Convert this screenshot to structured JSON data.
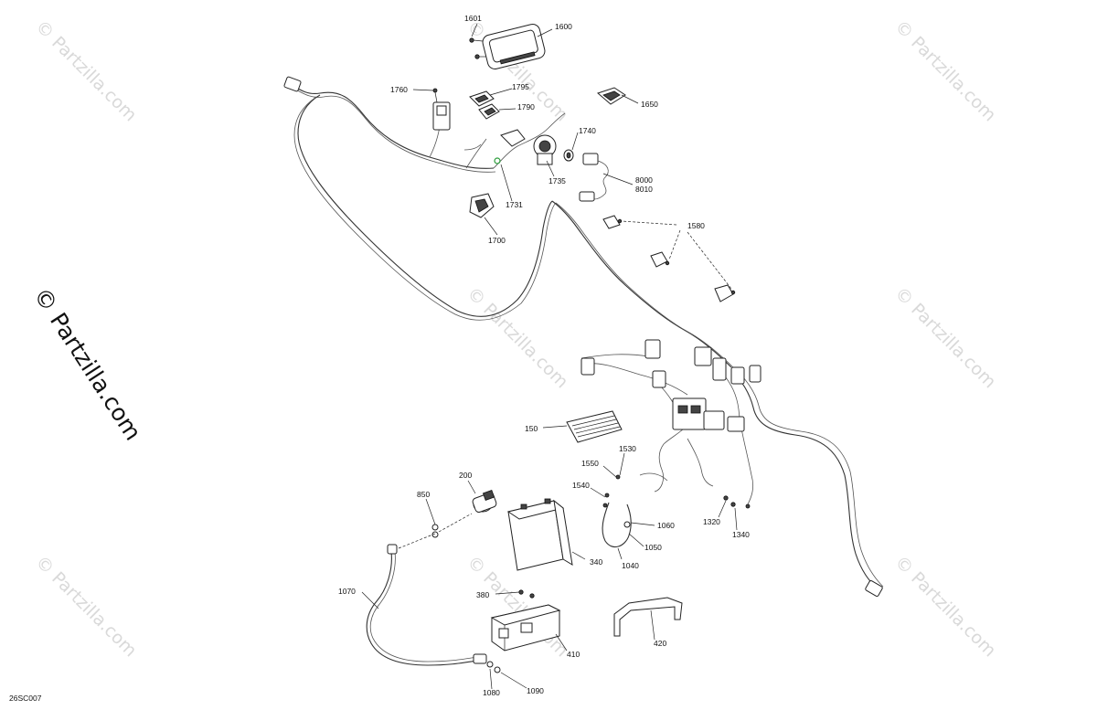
{
  "diagram_code": "26SC007",
  "watermark": {
    "text": "© Partzilla.com",
    "main_text": "© Partzilla.com"
  },
  "callouts": [
    {
      "id": "1601",
      "text": "1601"
    },
    {
      "id": "1600",
      "text": "1600"
    },
    {
      "id": "1760",
      "text": "1760"
    },
    {
      "id": "1795",
      "text": "1795"
    },
    {
      "id": "1790",
      "text": "1790"
    },
    {
      "id": "1650",
      "text": "1650"
    },
    {
      "id": "1740",
      "text": "1740"
    },
    {
      "id": "1735",
      "text": "1735"
    },
    {
      "id": "8000",
      "text": "8000"
    },
    {
      "id": "8010",
      "text": "8010"
    },
    {
      "id": "1731",
      "text": "1731"
    },
    {
      "id": "1700",
      "text": "1700"
    },
    {
      "id": "1580",
      "text": "1580"
    },
    {
      "id": "150",
      "text": "150"
    },
    {
      "id": "1530",
      "text": "1530"
    },
    {
      "id": "1550",
      "text": "1550"
    },
    {
      "id": "1540",
      "text": "1540"
    },
    {
      "id": "200",
      "text": "200"
    },
    {
      "id": "850",
      "text": "850"
    },
    {
      "id": "1060",
      "text": "1060"
    },
    {
      "id": "1050",
      "text": "1050"
    },
    {
      "id": "1040",
      "text": "1040"
    },
    {
      "id": "340",
      "text": "340"
    },
    {
      "id": "1320",
      "text": "1320"
    },
    {
      "id": "1340",
      "text": "1340"
    },
    {
      "id": "1070",
      "text": "1070"
    },
    {
      "id": "380",
      "text": "380"
    },
    {
      "id": "410",
      "text": "410"
    },
    {
      "id": "420",
      "text": "420"
    },
    {
      "id": "1080",
      "text": "1080"
    },
    {
      "id": "1090",
      "text": "1090"
    }
  ]
}
